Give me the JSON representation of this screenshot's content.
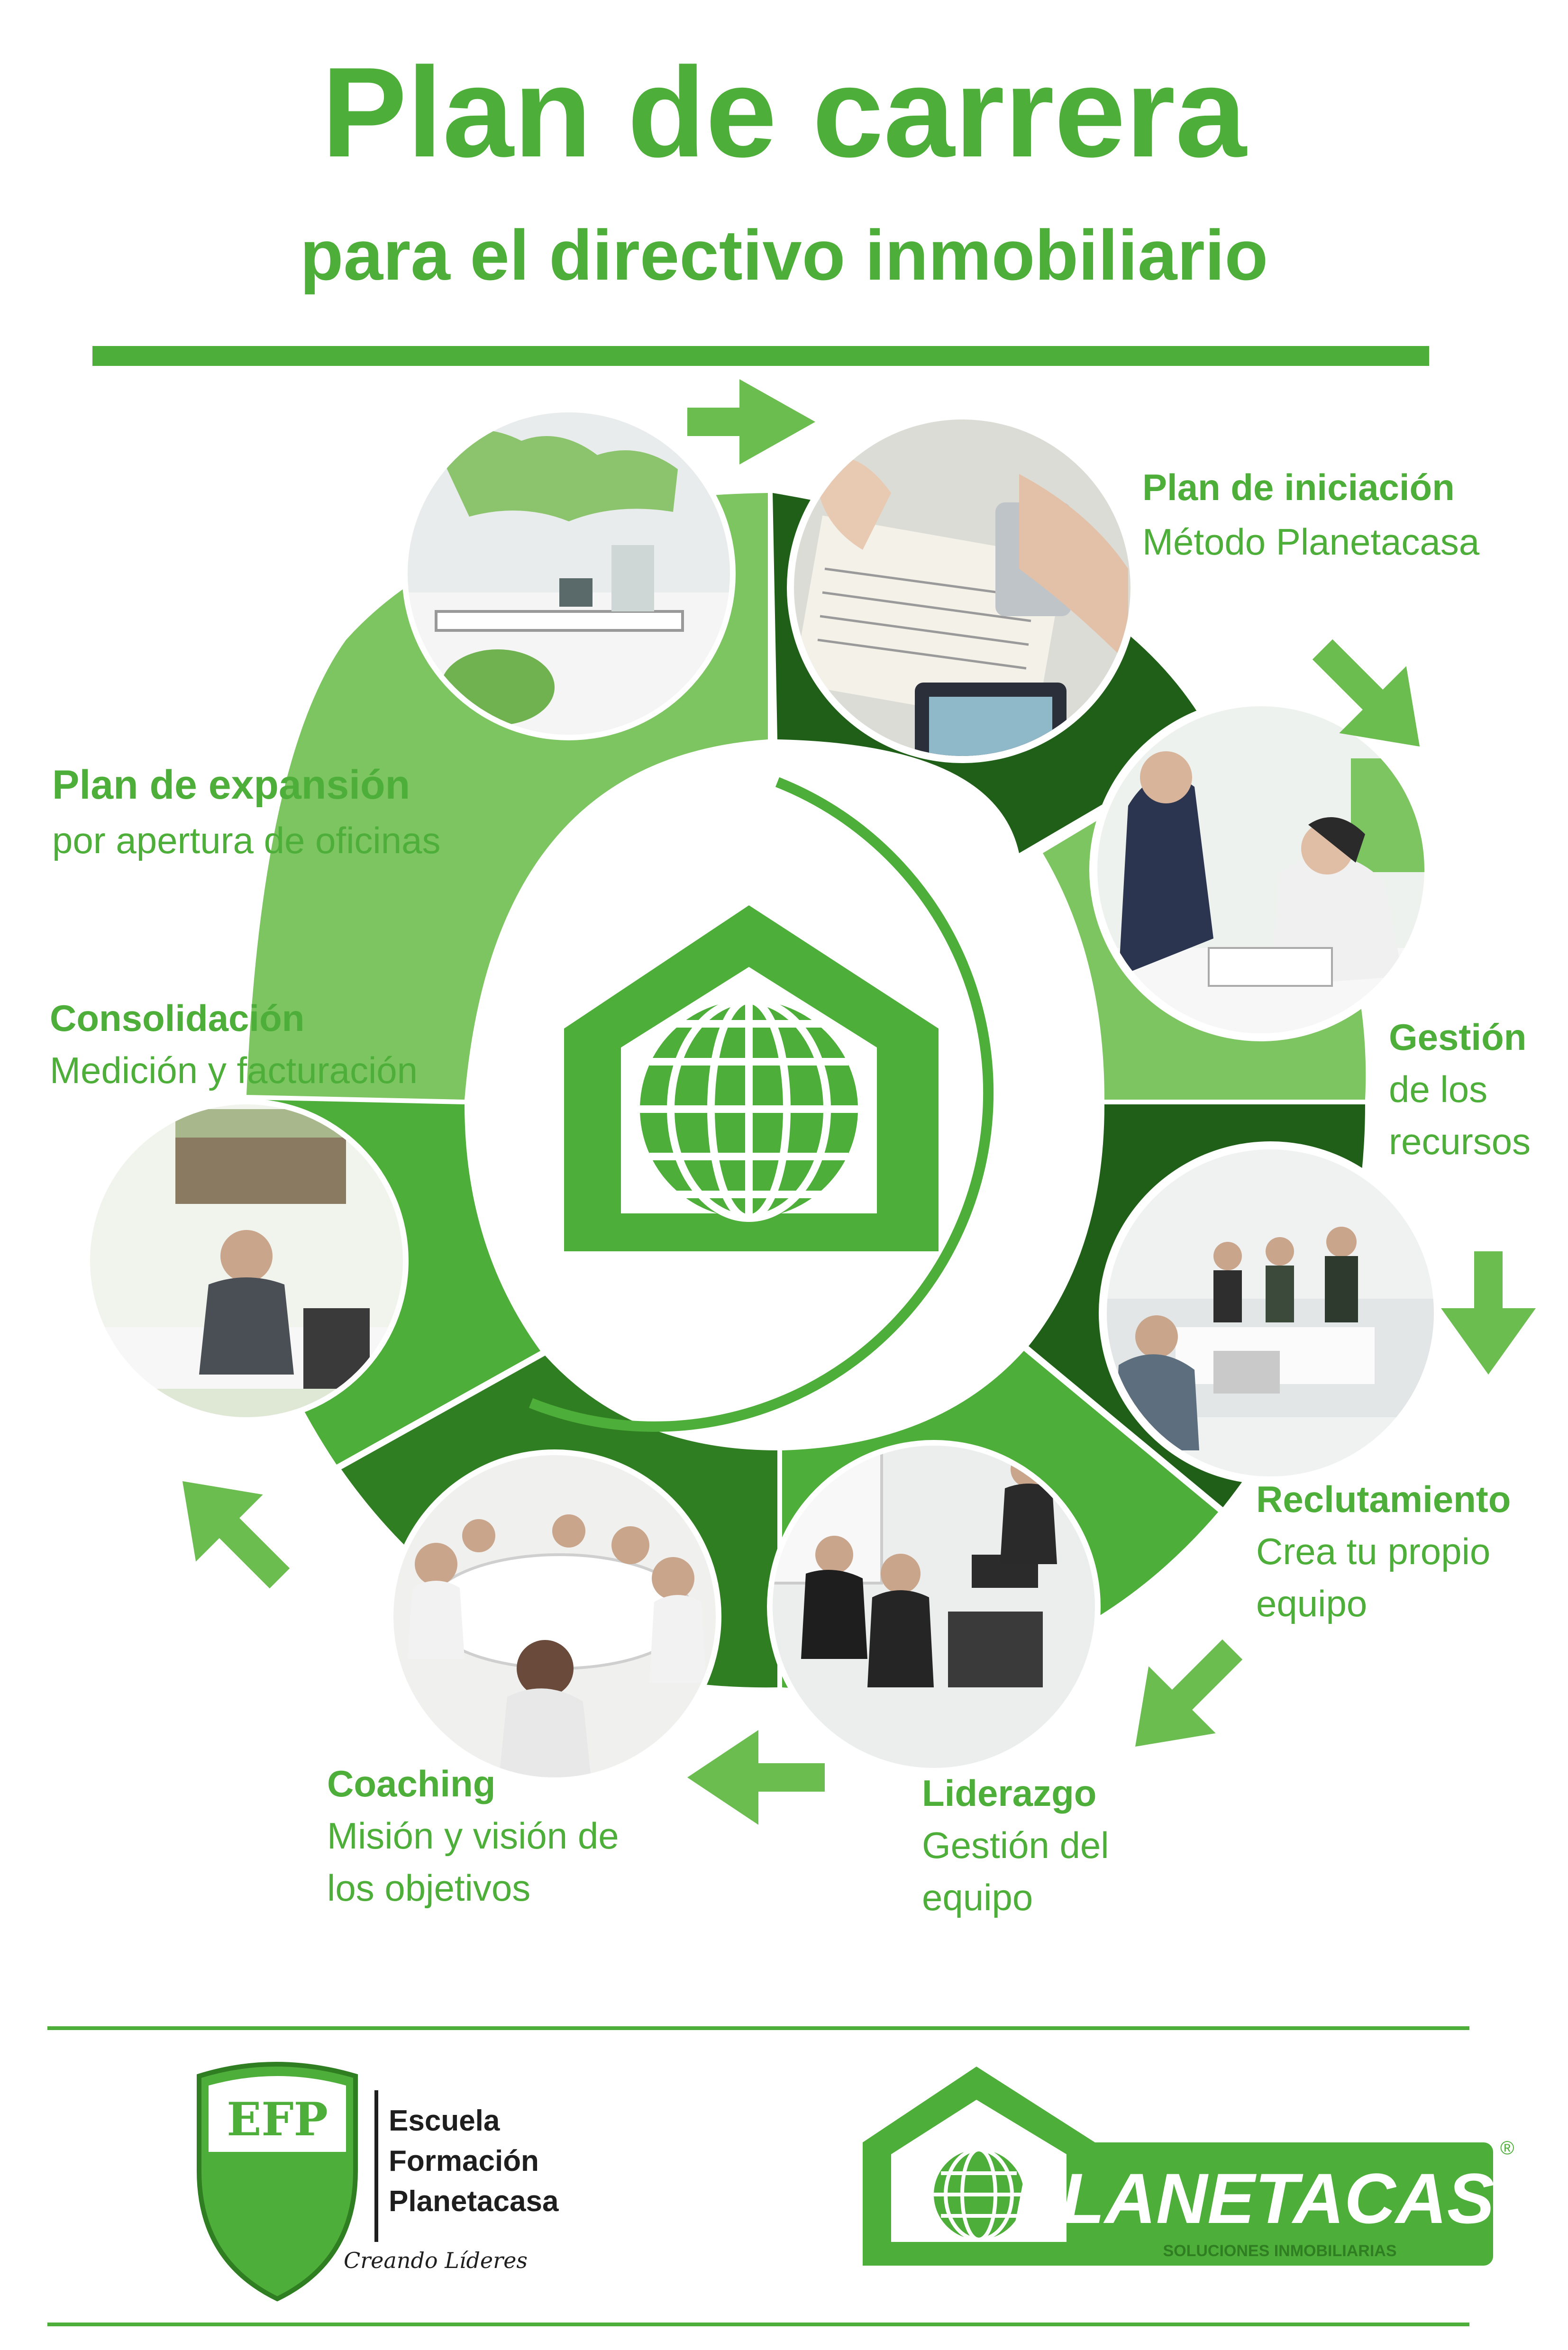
{
  "header": {
    "title": "Plan de carrera",
    "subtitle": "para el directivo inmobiliario"
  },
  "colors": {
    "green": "#4eae3a",
    "green_light": "#7cc560",
    "green_dark": "#2f7e22",
    "green_darker": "#1f5f17",
    "text_dark": "#1e1e1e"
  },
  "center_logo": {
    "icon": "house-globe-icon"
  },
  "stages": [
    {
      "id": "iniciacion",
      "title": "Plan de iniciación",
      "lines": [
        "Método Planetacasa"
      ],
      "photo": "office-paperwork-photo"
    },
    {
      "id": "gestion",
      "title": "Gestión",
      "lines": [
        "de los",
        "recursos"
      ],
      "photo": "meeting-desk-photo"
    },
    {
      "id": "reclutamiento",
      "title": "Reclutamiento",
      "lines": [
        "Crea tu propio",
        "equipo"
      ],
      "photo": "team-meeting-photo"
    },
    {
      "id": "liderazgo",
      "title": "Liderazgo",
      "lines": [
        "Gestión del",
        "equipo"
      ],
      "photo": "training-room-photo"
    },
    {
      "id": "coaching",
      "title": "Coaching",
      "lines": [
        "Misión y visión de",
        "los objetivos"
      ],
      "photo": "coaching-session-photo"
    },
    {
      "id": "consolidacion",
      "title": "Consolidación",
      "lines": [
        "Medición y facturación"
      ],
      "photo": "director-office-photo"
    },
    {
      "id": "expansion",
      "title": "Plan de expansión",
      "lines": [
        "por apertura de oficinas"
      ],
      "photo": "new-office-photo"
    }
  ],
  "footer": {
    "efp": {
      "shield_text": "EFP",
      "line1": "Escuela",
      "line2": "Formación",
      "line3": "Planetacasa",
      "slogan": "Creando Líderes"
    },
    "planetacasa": {
      "brand": "PLANETACASA",
      "tagline": "SOLUCIONES INMOBILIARIAS",
      "registered": "®"
    }
  }
}
